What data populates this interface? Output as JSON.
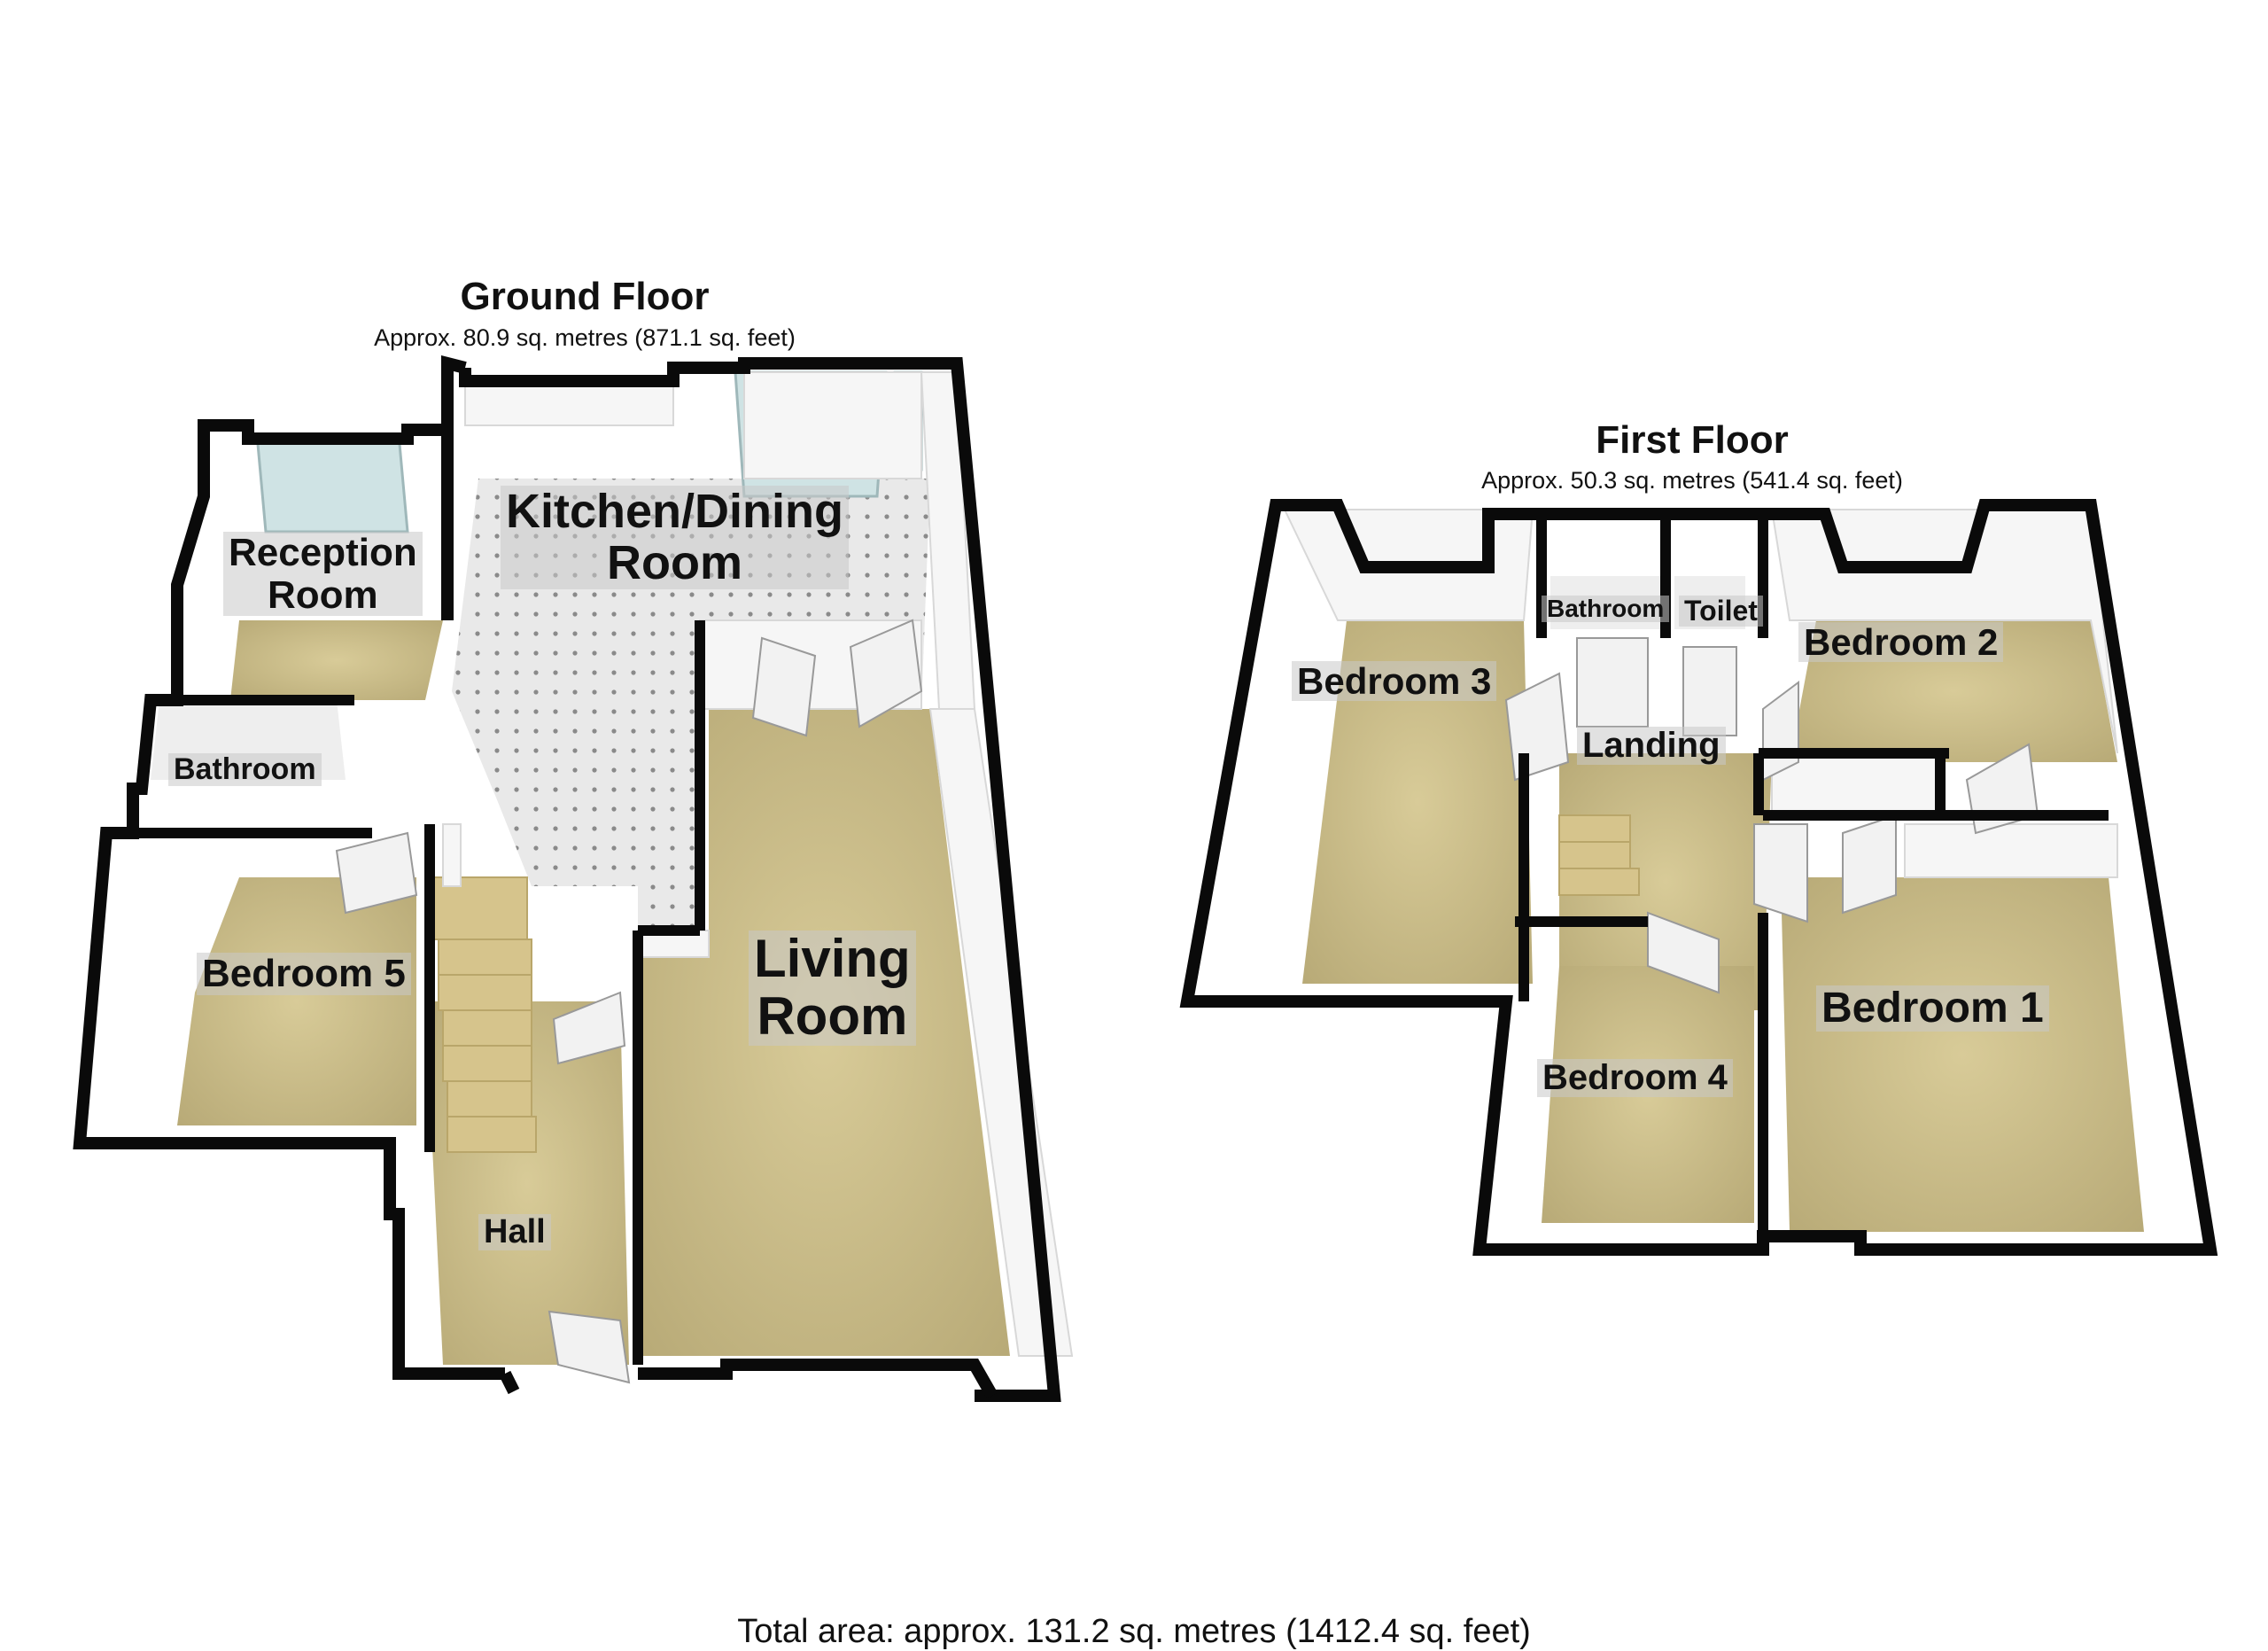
{
  "ground_floor": {
    "title": "Ground Floor",
    "area": "Approx. 80.9 sq. metres (871.1 sq. feet)",
    "rooms": {
      "kitchen_dining": "Kitchen/Dining\nRoom",
      "reception": "Reception\nRoom",
      "bathroom": "Bathroom",
      "bedroom5": "Bedroom 5",
      "living": "Living\nRoom",
      "hall": "Hall"
    }
  },
  "first_floor": {
    "title": "First Floor",
    "area": "Approx. 50.3 sq. metres (541.4 sq. feet)",
    "rooms": {
      "bedroom3": "Bedroom 3",
      "bathroom": "Bathroom",
      "toilet": "Toilet",
      "bedroom2": "Bedroom 2",
      "landing": "Landing",
      "bedroom4": "Bedroom 4",
      "bedroom1": "Bedroom 1"
    }
  },
  "total_area": "Total area: approx. 131.2 sq. metres (1412.4 sq. feet)",
  "colors": {
    "wall": "#0a0a0a",
    "floor_carpet": "#cdbf8e",
    "floor_tile": "#e6e6e6",
    "window": "#cfe3e4",
    "door": "#f2f2f2"
  }
}
